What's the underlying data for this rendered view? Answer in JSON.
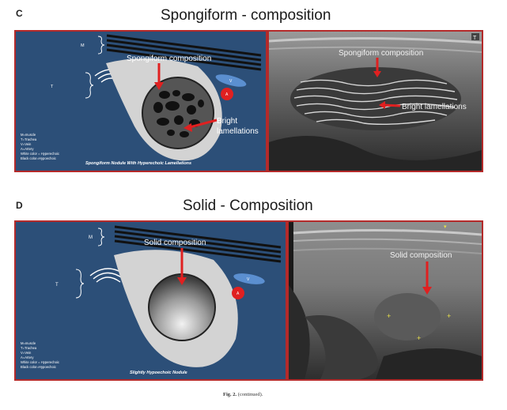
{
  "panel_c": {
    "letter": "C",
    "title": "Spongiform - composition",
    "diagram": {
      "muscle_mark": "M",
      "trachea_mark": "T",
      "vein_mark": "V",
      "artery_mark": "A",
      "composition_label": "Spongiform composition",
      "lamellations_label_1": "Bright",
      "lamellations_label_2": "lamellations",
      "legend": [
        "M=muscle",
        "T=Trachea",
        "V=Vein",
        "A=Artery",
        "White color = Hyperechoic",
        "Black color=Hypoechoic"
      ],
      "footer": "Spongiform Nodule With Hyperechoic Lamellations"
    },
    "ultrasound": {
      "composition_label": "Spongiform composition",
      "lamellations_label": "Bright lamellations",
      "logo": "T"
    }
  },
  "panel_d": {
    "letter": "D",
    "title": "Solid - Composition",
    "diagram": {
      "muscle_mark": "M",
      "trachea_mark": "T",
      "vein_mark": "V",
      "artery_mark": "A",
      "composition_label": "Solid composition",
      "legend": [
        "M=muscle",
        "T=Trachea",
        "V=Vein",
        "A=Artery",
        "White color = Hyperechoic",
        "Black color=Hypoechoic"
      ],
      "footer": "Slightly Hypoechoic Nodule"
    },
    "ultrasound": {
      "composition_label": "Solid composition"
    }
  },
  "caption": {
    "fig_label": "Fig. 2.",
    "text": "(continued)."
  }
}
